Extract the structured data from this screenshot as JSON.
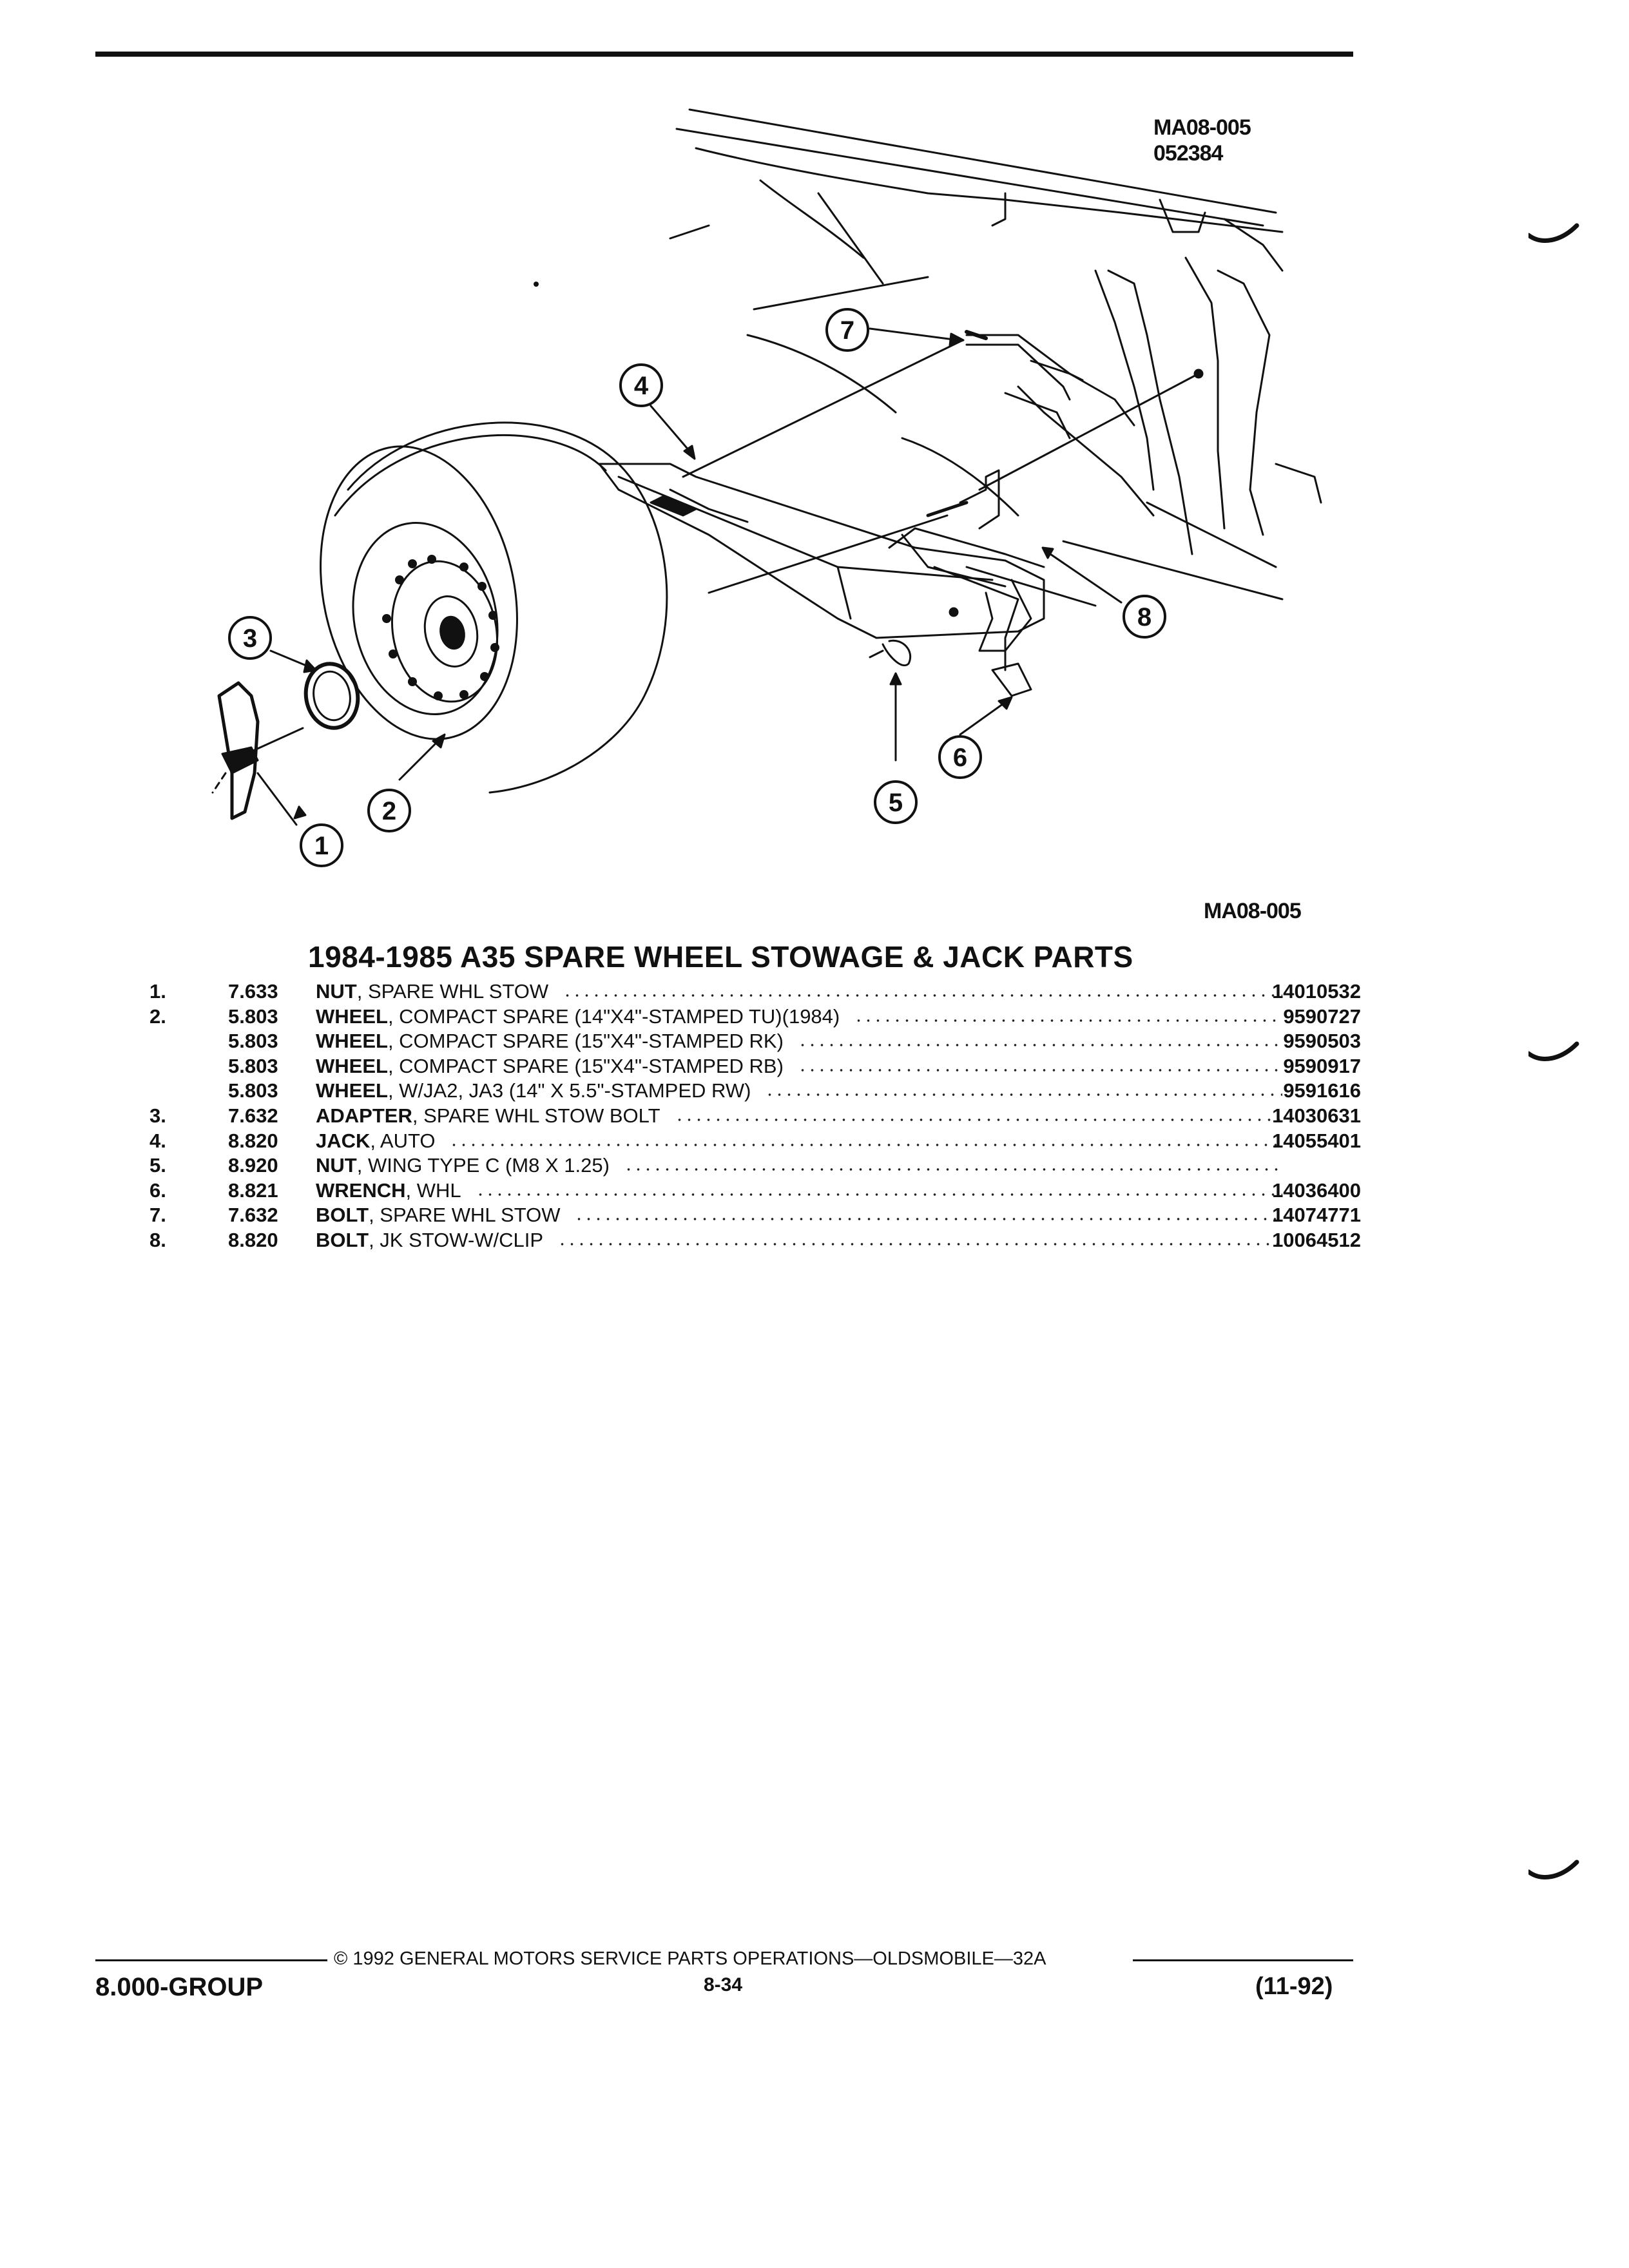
{
  "figure": {
    "ref_top_line1": "MA08-005",
    "ref_top_line2": "052384",
    "ref_bottom": "MA08-005",
    "callouts": [
      "1",
      "2",
      "3",
      "4",
      "5",
      "6",
      "7",
      "8"
    ]
  },
  "title": "1984-1985 A35 SPARE WHEEL STOWAGE & JACK PARTS",
  "parts": [
    {
      "item": "1.",
      "code": "7.633",
      "name": "NUT",
      "desc": ", SPARE WHL STOW",
      "part": "14010532"
    },
    {
      "item": "2.",
      "code": "5.803",
      "name": "WHEEL",
      "desc": ", COMPACT SPARE (14\"X4\"-STAMPED TU)(1984)",
      "part": "9590727"
    },
    {
      "item": "",
      "code": "5.803",
      "name": "WHEEL",
      "desc": ", COMPACT SPARE (15\"X4\"-STAMPED RK)",
      "part": "9590503"
    },
    {
      "item": "",
      "code": "5.803",
      "name": "WHEEL",
      "desc": ", COMPACT SPARE (15\"X4\"-STAMPED RB)",
      "part": "9590917"
    },
    {
      "item": "",
      "code": "5.803",
      "name": "WHEEL",
      "desc": ", W/JA2, JA3 (14\" X 5.5\"-STAMPED RW)",
      "part": "9591616"
    },
    {
      "item": "3.",
      "code": "7.632",
      "name": "ADAPTER",
      "desc": ", SPARE WHL STOW BOLT",
      "part": "14030631"
    },
    {
      "item": "4.",
      "code": "8.820",
      "name": "JACK",
      "desc": ", AUTO",
      "part": "14055401"
    },
    {
      "item": "5.",
      "code": "8.920",
      "name": "NUT",
      "desc": ", WING TYPE C (M8 X 1.25)",
      "part": ""
    },
    {
      "item": "6.",
      "code": "8.821",
      "name": "WRENCH",
      "desc": ", WHL",
      "part": "14036400"
    },
    {
      "item": "7.",
      "code": "7.632",
      "name": "BOLT",
      "desc": ", SPARE WHL STOW",
      "part": "14074771"
    },
    {
      "item": "8.",
      "code": "8.820",
      "name": "BOLT",
      "desc": ", JK STOW-W/CLIP",
      "part": "10064512"
    }
  ],
  "footer": {
    "copyright": "© 1992 GENERAL MOTORS SERVICE PARTS OPERATIONS—OLDSMOBILE—32A",
    "group": "8.000-GROUP",
    "page": "8-34",
    "date": "(11-92)"
  }
}
